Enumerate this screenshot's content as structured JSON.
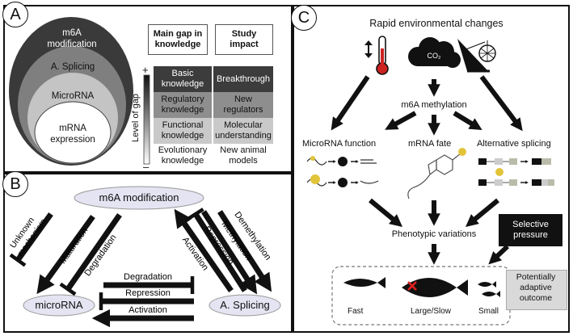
{
  "panel_a": {
    "badge": "A",
    "ovals": [
      "m6A\nmodification",
      "A. Splicing",
      "MicroRNA",
      "mRNA\nexpression"
    ],
    "header_gap": "Main gap in\nknowledge",
    "header_impact": "Study\nimpact",
    "rows": [
      {
        "gap": "Basic\nknowledge",
        "impact": "Breakthrough"
      },
      {
        "gap": "Regulatory\nknowledge",
        "impact": "New\nregulators"
      },
      {
        "gap": "Functional\nknowledge",
        "impact": "Molecular\nunderstanding"
      },
      {
        "gap": "Evolutionary\nknowledge",
        "impact": "New animal\nmodels"
      }
    ],
    "axis_label": "Level of gap",
    "axis_plus": "+",
    "axis_minus": "–"
  },
  "panel_b": {
    "badge": "B",
    "node_top": "m6A modification",
    "node_left": "microRNA",
    "node_right": "A. Splicing",
    "left_arrows": [
      "Unknown\nmechanism",
      "Maturation",
      "Degradation"
    ],
    "right_arrows": [
      "Activation",
      "Repression",
      "Methylation",
      "Demethylation"
    ],
    "bottom_arrows": [
      "Degradation",
      "Repression",
      "Activation"
    ]
  },
  "panel_c": {
    "badge": "C",
    "title": "Rapid environmental changes",
    "co2": "CO₂",
    "methylation": "m6A methylation",
    "mirna_function": "MicroRNA function",
    "mrna_fate": "mRNA fate",
    "alt_splicing": "Alternative splicing",
    "phenotypic": "Phenotypic variations",
    "selective": "Selective\npressure",
    "fish": [
      "Fast",
      "Large/Slow",
      "Small"
    ],
    "outcome": "Potentially\nadaptive\noutcome"
  }
}
